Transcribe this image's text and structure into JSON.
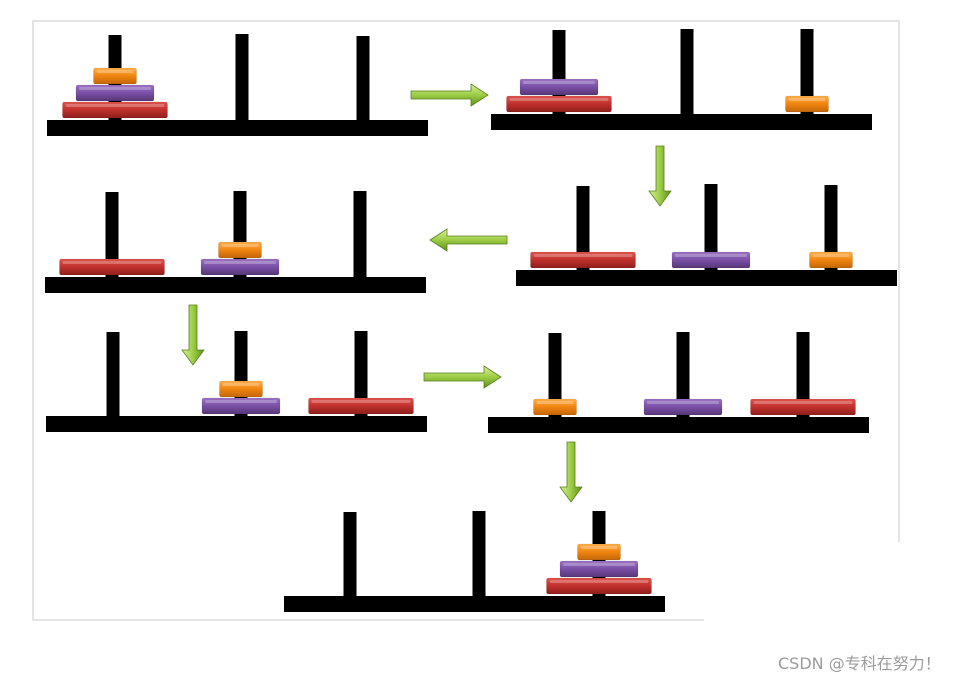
{
  "watermark": "CSDN @专科在努力！",
  "colors": {
    "frame_border": "#dcdcdc",
    "pole": "#000000",
    "red_disk": "#c0302c",
    "purple_disk": "#7a4fa6",
    "orange_disk": "#f0850f",
    "arrow": "#8fc23a"
  },
  "puzzle": {
    "disks": [
      "orange",
      "purple",
      "red"
    ],
    "states": [
      {
        "step": 1,
        "pegs": [
          [
            "red",
            "purple",
            "orange"
          ],
          [],
          []
        ]
      },
      {
        "step": 2,
        "pegs": [
          [
            "red",
            "purple"
          ],
          [],
          [
            "orange"
          ]
        ]
      },
      {
        "step": 3,
        "pegs": [
          [
            "red"
          ],
          [
            "purple"
          ],
          [
            "orange"
          ]
        ]
      },
      {
        "step": 4,
        "pegs": [
          [
            "red"
          ],
          [
            "purple",
            "orange"
          ],
          []
        ]
      },
      {
        "step": 5,
        "pegs": [
          [],
          [
            "purple",
            "orange"
          ],
          [
            "red"
          ]
        ]
      },
      {
        "step": 6,
        "pegs": [
          [
            "orange"
          ],
          [
            "purple"
          ],
          [
            "red"
          ]
        ]
      },
      {
        "step": 7,
        "pegs": [
          [],
          [],
          [
            "red",
            "purple",
            "orange"
          ]
        ]
      }
    ],
    "transitions": [
      {
        "from": 1,
        "to": 2,
        "direction": "right"
      },
      {
        "from": 2,
        "to": 3,
        "direction": "down"
      },
      {
        "from": 3,
        "to": 4,
        "direction": "left"
      },
      {
        "from": 4,
        "to": 5,
        "direction": "down"
      },
      {
        "from": 5,
        "to": 6,
        "direction": "right"
      },
      {
        "from": 6,
        "to": 7,
        "direction": "down"
      }
    ]
  }
}
